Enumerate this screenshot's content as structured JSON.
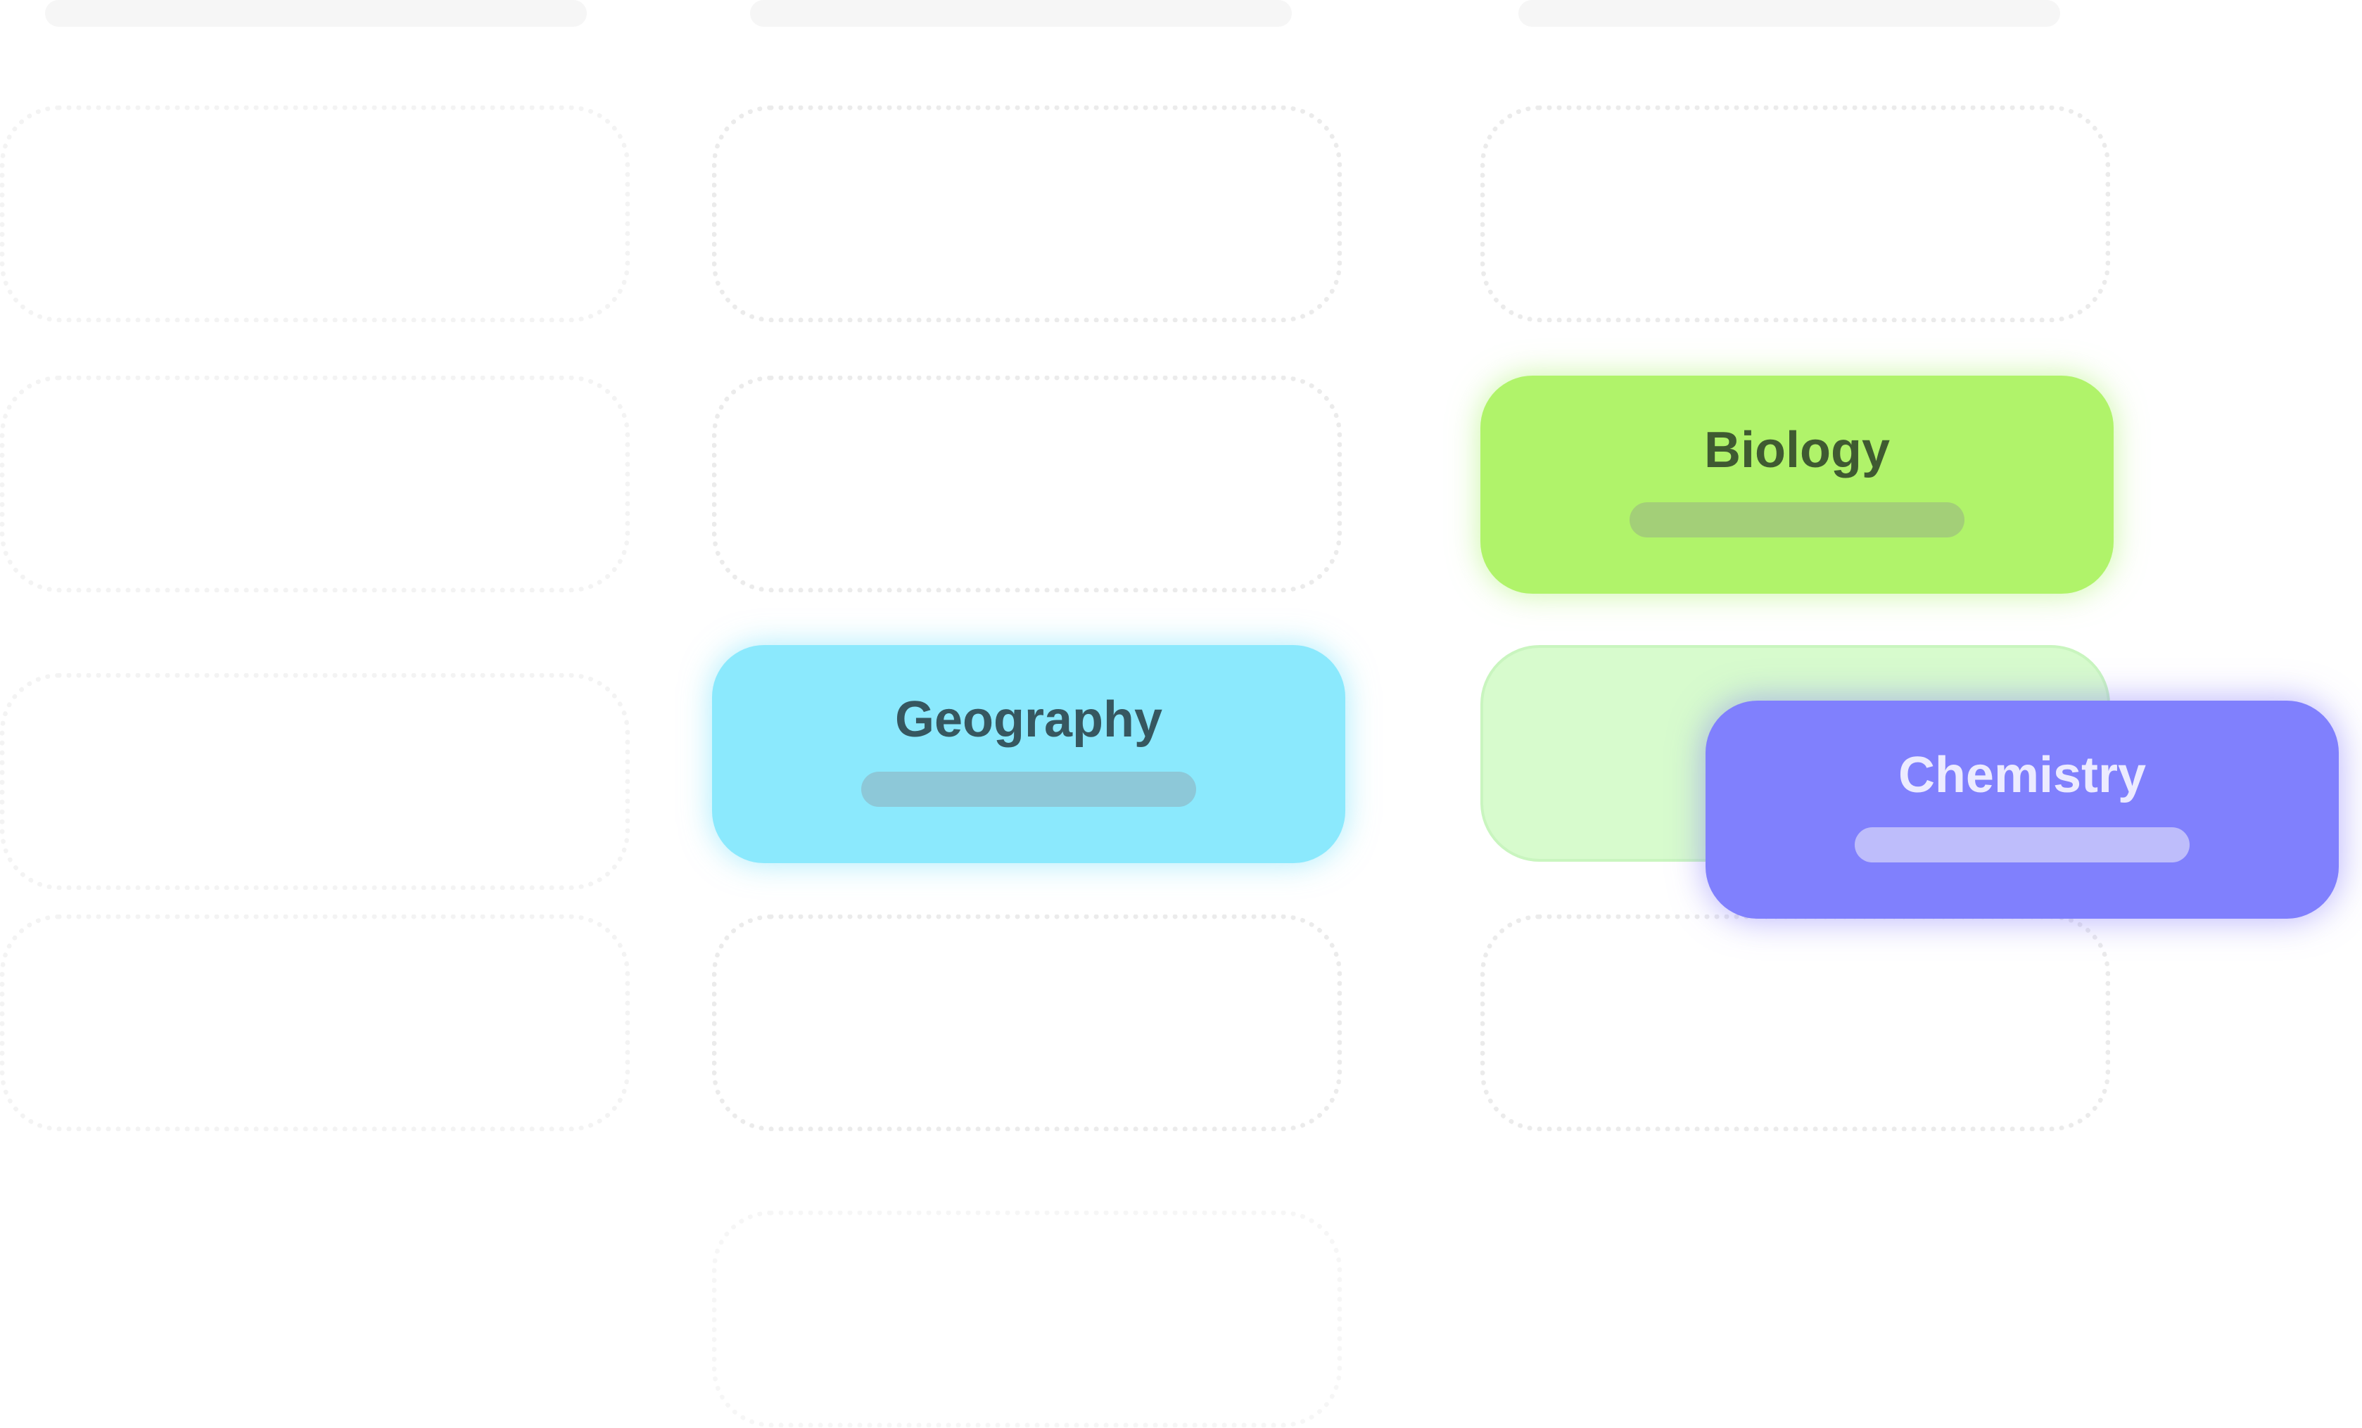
{
  "board": {
    "columns": [
      {
        "slots": 4
      },
      {
        "slots": 5
      },
      {
        "slots": 4
      }
    ],
    "cards": [
      {
        "id": "biology",
        "title": "Biology",
        "color": "#b0f36a",
        "column": 3,
        "slot": 2
      },
      {
        "id": "geography",
        "title": "Geography",
        "color": "#8be9fd",
        "column": 2,
        "slot": 3
      },
      {
        "id": "chemistry",
        "title": "Chemistry",
        "color": "#8080fd",
        "state": "dragging",
        "drop_target": {
          "column": 3,
          "slot": 3
        }
      }
    ],
    "drop_target_color": "#d7fbcd"
  }
}
